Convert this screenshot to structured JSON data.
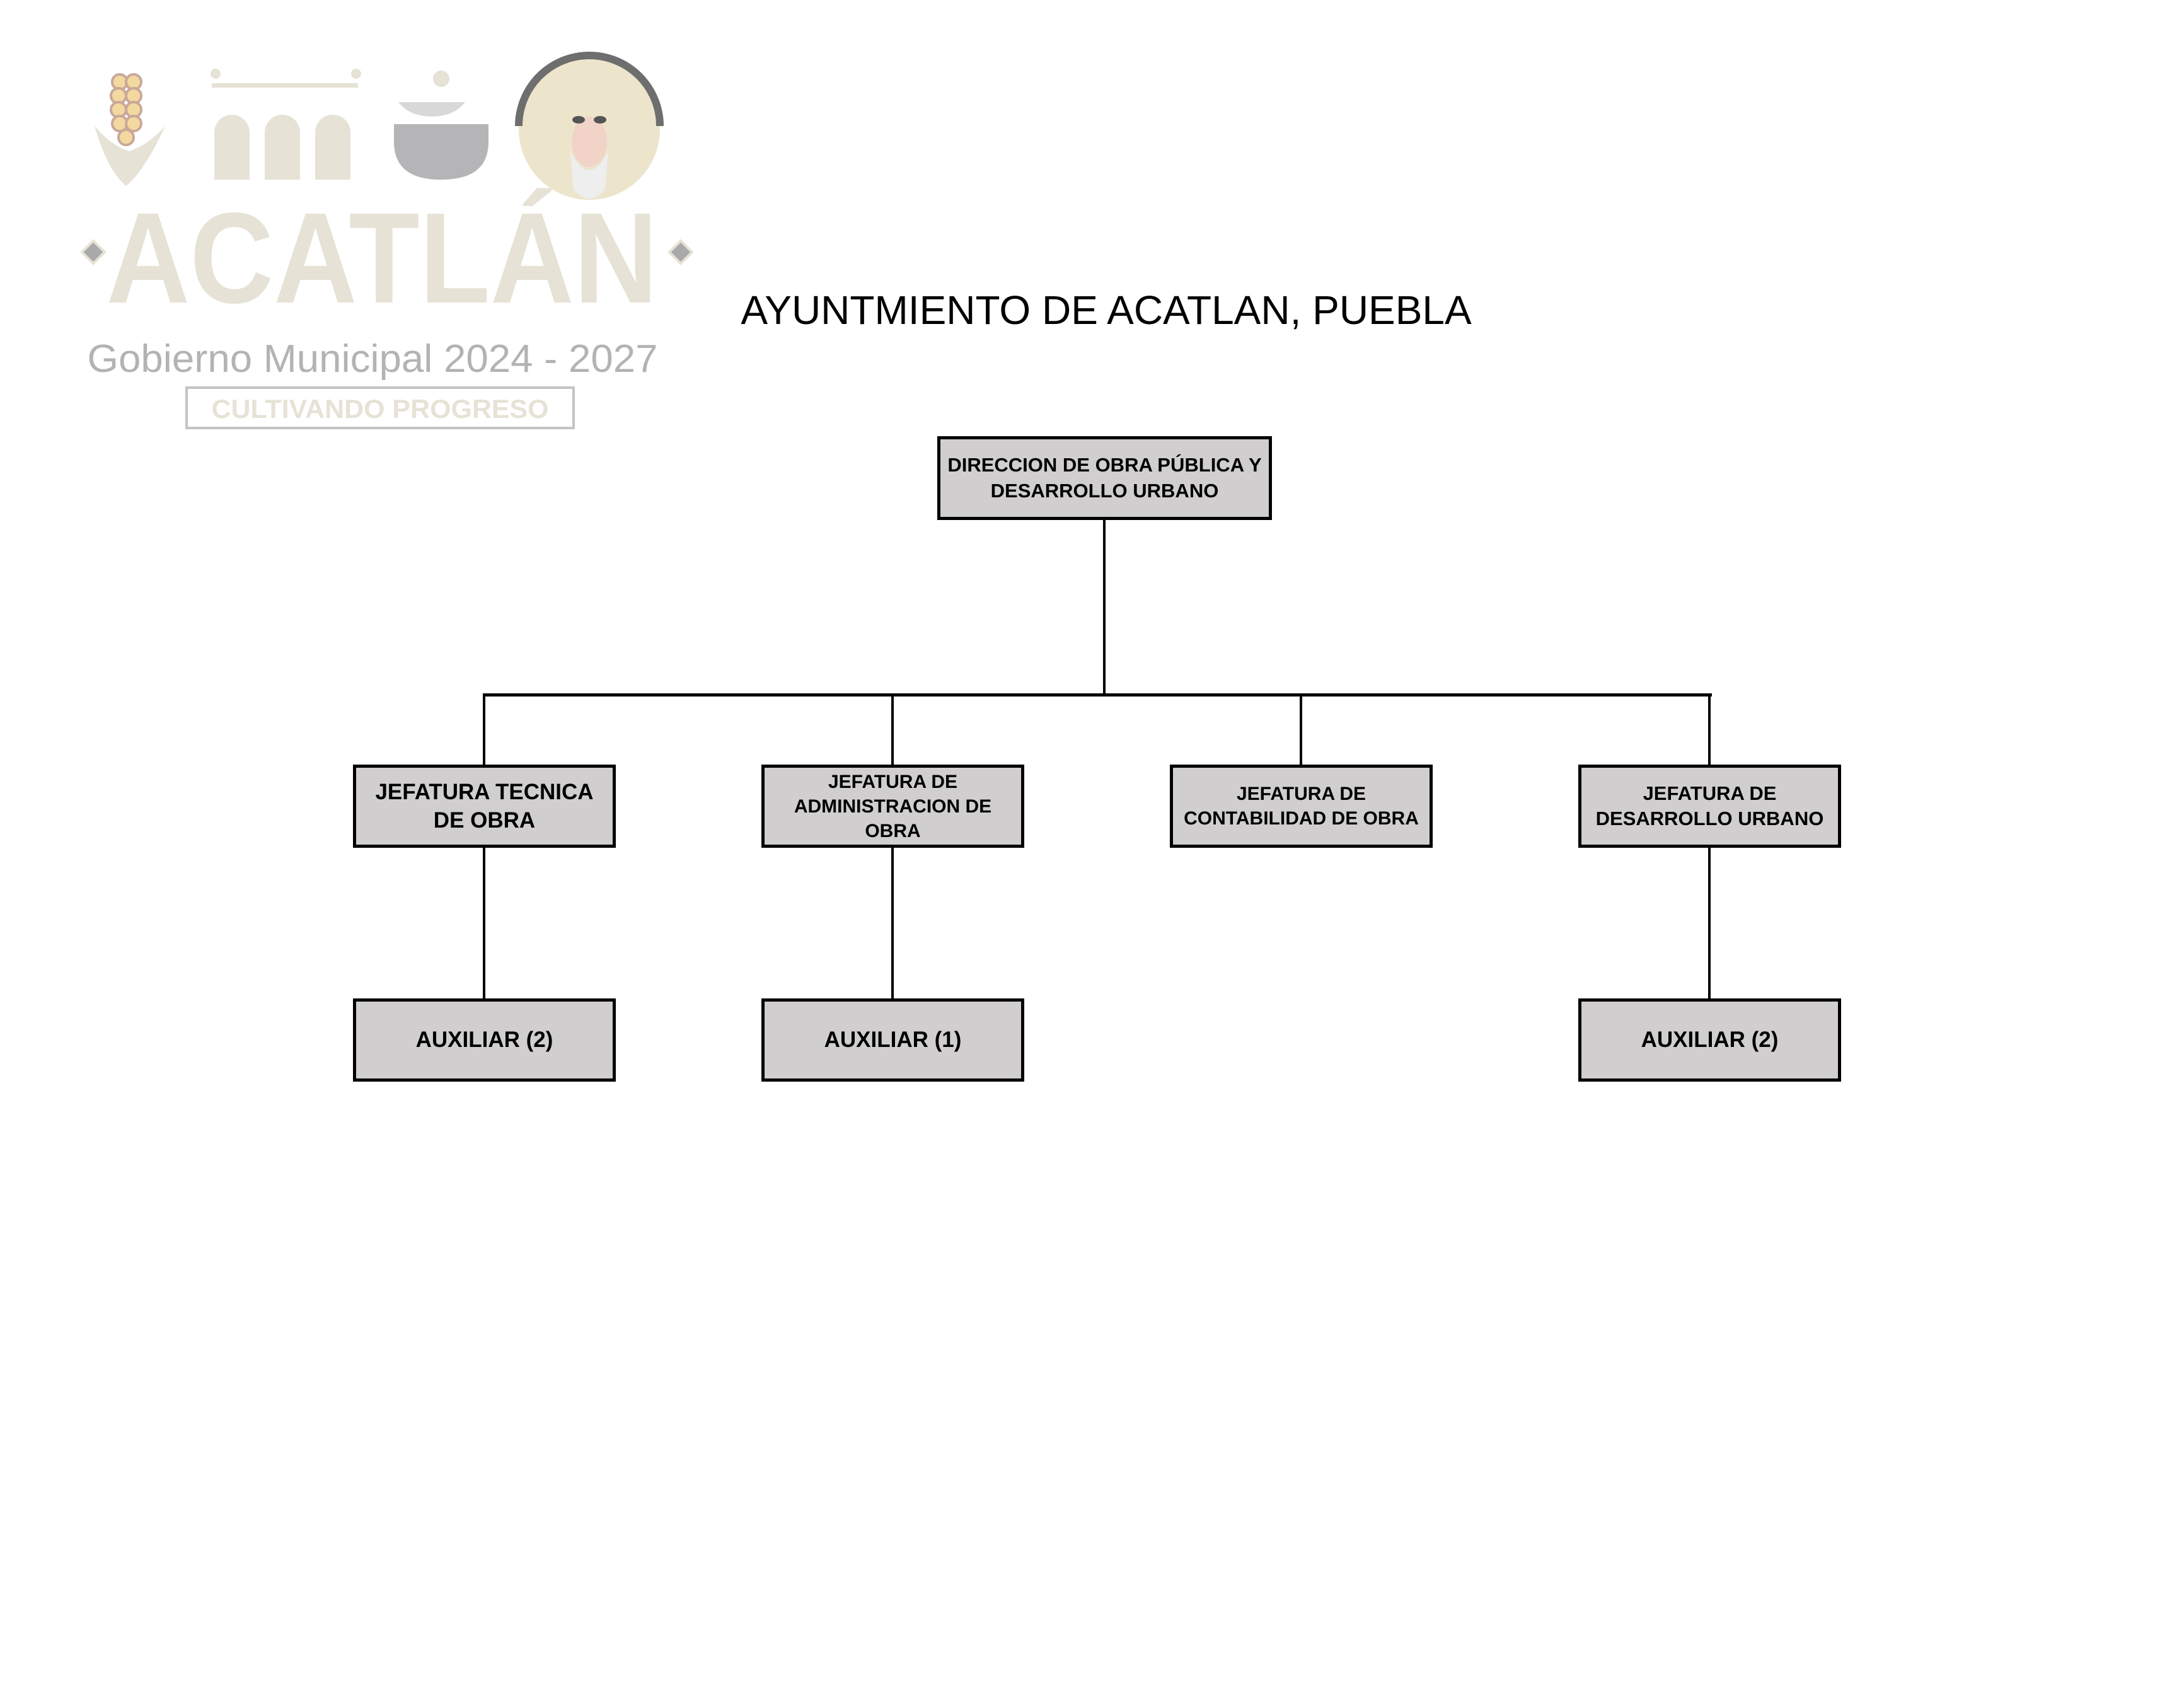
{
  "logo": {
    "name": "ACATLÁN",
    "subtitle": "Gobierno Municipal 2024 - 2027",
    "slogan": "CULTIVANDO PROGRESO",
    "colors": {
      "beige": "#e6e2d6",
      "gray": "#b5b5b8",
      "dark": "#6e6e6e",
      "corn": "#f3d9a0"
    }
  },
  "title": "AYUNTMIENTO DE ACATLAN, PUEBLA",
  "org": {
    "root": {
      "label": "DIRECCION DE OBRA PÚBLICA Y DESARROLLO URBANO"
    },
    "departments": [
      {
        "label": "JEFATURA TECNICA DE OBRA",
        "child": "AUXILIAR (2)"
      },
      {
        "label": "JEFATURA DE ADMINISTRACION DE OBRA",
        "child": "AUXILIAR (1)"
      },
      {
        "label": "JEFATURA DE CONTABILIDAD DE OBRA",
        "child": null
      },
      {
        "label": "JEFATURA DE DESARROLLO URBANO",
        "child": "AUXILIAR (2)"
      }
    ]
  },
  "colors": {
    "box_fill": "#d0cece",
    "border": "#000000"
  }
}
